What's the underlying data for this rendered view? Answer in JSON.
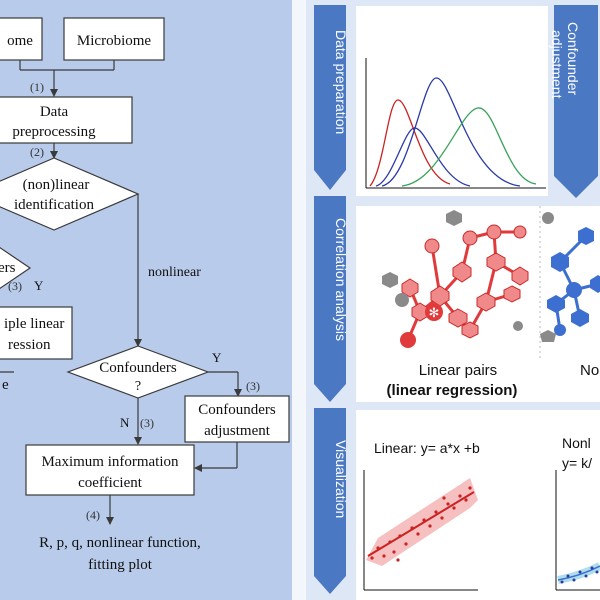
{
  "flowchart": {
    "box_ome": "ome",
    "box_microbiome": "Microbiome",
    "step1": "(1)",
    "box_data_line1": "Data",
    "box_data_line2": "preprocessing",
    "step2": "(2)",
    "diamond_ident_line1": "(non)linear",
    "diamond_ident_line2": "identification",
    "diamond_left_partial": "ers",
    "step3_left": "(3)",
    "yes_left": "Y",
    "nonlinear_label": "nonlinear",
    "box_multiple_line1": "iple linear",
    "box_multiple_line2": "ression",
    "partial_e": "e",
    "diamond_conf_line1": "Confounders",
    "diamond_conf_line2": "?",
    "yes_right": "Y",
    "step3_right": "(3)",
    "no_label": "N",
    "step3_no": "(3)",
    "box_adj_line1": "Confounders",
    "box_adj_line2": "adjustment",
    "box_mic_line1": "Maximum information",
    "box_mic_line2": "coefficient",
    "step4": "(4)",
    "output_line1": "R, p, q, nonlinear function,",
    "output_line2": "fitting plot"
  },
  "pipeline": {
    "stage_data_prep": "Data preparation",
    "stage_confounder_line1": "Confounder",
    "stage_confounder_line2": "adjustment",
    "stage_correlation": "Correlation analysis",
    "stage_visualization": "Visualization",
    "linear_pairs": "Linear pairs",
    "linear_regression": "(linear regression)",
    "nonlinear_partial": "No",
    "linear_eq": "Linear: y= a*x +b",
    "nonlinear_eq_line1": "Nonl",
    "nonlinear_eq_line2": "y= k/"
  },
  "colors": {
    "left_panel": "#b9cbea",
    "right_panel": "#dde7f5",
    "stage_arrow": "#4a78c2",
    "box_fill": "#ffffff",
    "line": "#3a3a3a",
    "linear_red": "#e03a3a",
    "nonlinear_blue": "#3d6fd0",
    "confounder_gray": "#8a8a8a",
    "curve_red": "#cc2222",
    "curve_blue": "#2a3aa8",
    "curve_green": "#3aa35a"
  }
}
